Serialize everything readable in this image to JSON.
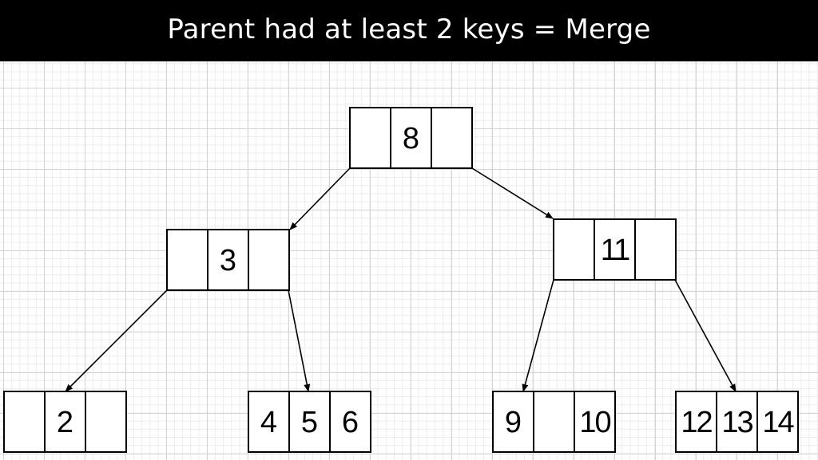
{
  "title": "Parent had at least 2 keys = Merge",
  "tree": {
    "nodes": [
      {
        "id": "root",
        "keys": [
          "",
          "8",
          ""
        ]
      },
      {
        "id": "left-internal",
        "keys": [
          "",
          "3",
          ""
        ]
      },
      {
        "id": "right-internal",
        "keys": [
          "",
          "11",
          ""
        ]
      },
      {
        "id": "leaf-1",
        "keys": [
          "",
          "2",
          ""
        ]
      },
      {
        "id": "leaf-2",
        "keys": [
          "4",
          "5",
          "6"
        ]
      },
      {
        "id": "leaf-3",
        "keys": [
          "9",
          "",
          "10"
        ]
      },
      {
        "id": "leaf-4",
        "keys": [
          "12",
          "13",
          "14"
        ]
      }
    ],
    "edges": [
      {
        "from": "root",
        "to": "left-internal"
      },
      {
        "from": "root",
        "to": "right-internal"
      },
      {
        "from": "left-internal",
        "to": "leaf-1"
      },
      {
        "from": "left-internal",
        "to": "leaf-2"
      },
      {
        "from": "right-internal",
        "to": "leaf-3"
      },
      {
        "from": "right-internal",
        "to": "leaf-4"
      }
    ]
  }
}
